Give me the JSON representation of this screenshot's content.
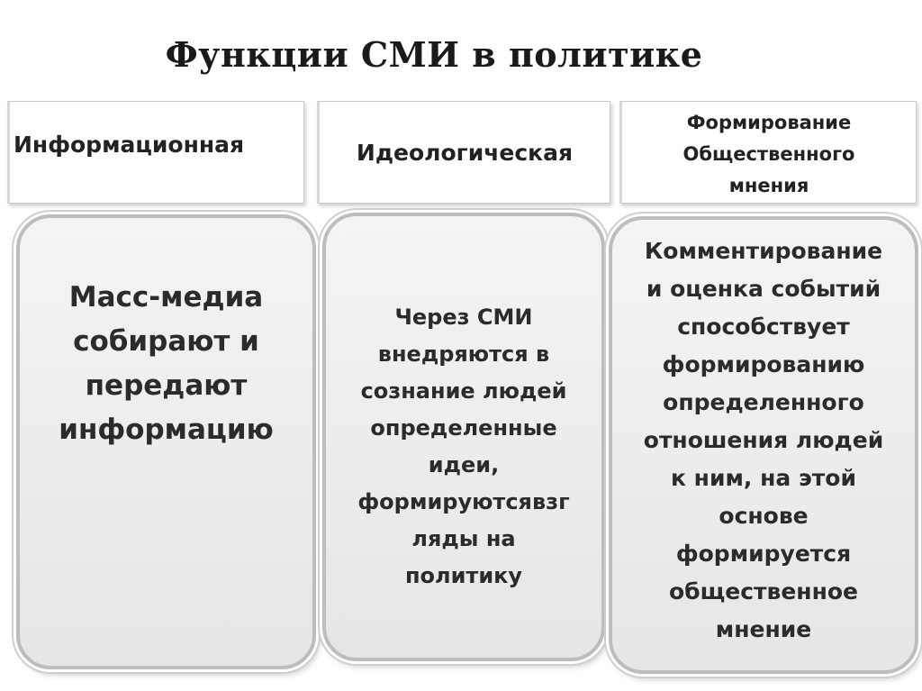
{
  "title": "Функции СМИ в политике",
  "columns": [
    {
      "header": "Информационная",
      "body": "Масс-медиа\nсобирают и\nпередают\nинформацию"
    },
    {
      "header": "Идеологическая",
      "body": "Через СМИ\nвнедряются в\nсознание людей\nопределенные\nидеи,\nформируютсявзг\nляды на\nполитику"
    },
    {
      "header": "Формирование\nОбщественного\nмнения",
      "body": "Комментирование\nи оценка событий\nспособствует\nформированию\nопределенного\nотношения людей\nк ним, на этой\nоснове\nформируется\nобщественное\nмнение"
    }
  ]
}
